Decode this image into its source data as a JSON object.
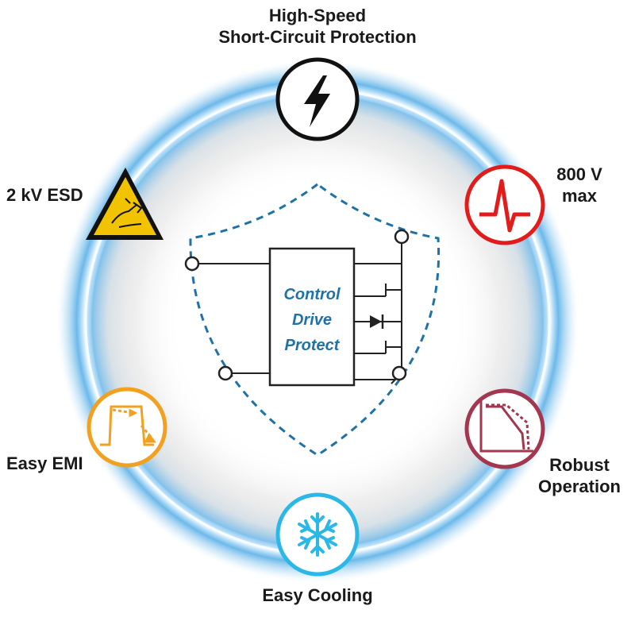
{
  "features": {
    "top": {
      "line1": "High-Speed",
      "line2": "Short-Circuit Protection",
      "icon": "lightning-icon",
      "color": "#111111"
    },
    "esd": {
      "label": "2 kV ESD",
      "icon": "esd-warning-icon",
      "color": "#f2c300"
    },
    "voltage": {
      "line1": "800 V",
      "line2": "max",
      "icon": "voltage-spike-icon",
      "color": "#e21b1b"
    },
    "emi": {
      "label": "Easy EMI",
      "icon": "emi-pulse-icon",
      "color": "#f2a020"
    },
    "robust": {
      "line1": "Robust",
      "line2": "Operation",
      "icon": "soa-curve-icon",
      "color": "#a3374f"
    },
    "cooling": {
      "label": "Easy Cooling",
      "icon": "snowflake-icon",
      "color": "#2bb8e6"
    }
  },
  "core": {
    "line1": "Control",
    "line2": "Drive",
    "line3": "Protect",
    "color": "#1f72a8"
  },
  "ring_color": "#8fd0ff"
}
